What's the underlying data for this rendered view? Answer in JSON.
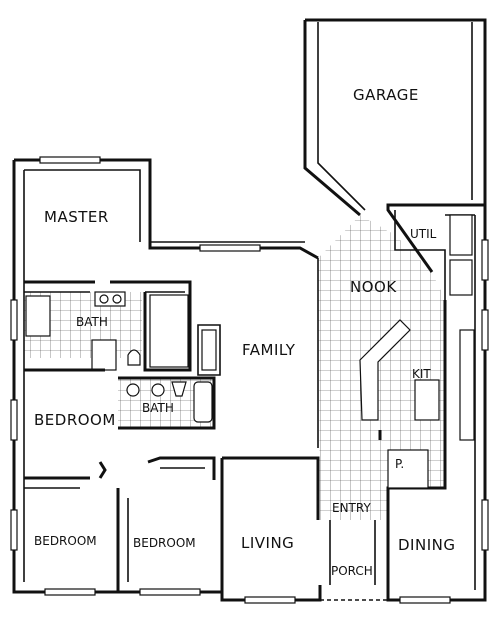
{
  "rooms": {
    "garage": "GARAGE",
    "master": "MASTER",
    "bath1": "BATH",
    "bath2": "BATH",
    "family": "FAMILY",
    "nook": "NOOK",
    "util": "UTIL",
    "kit": "KIT",
    "bedroom1": "BEDROOM",
    "bedroom2": "BEDROOM",
    "bedroom3": "BEDROOM",
    "living": "LIVING",
    "entry": "ENTRY",
    "porch": "PORCH",
    "dining": "DINING",
    "pantry": "P."
  }
}
